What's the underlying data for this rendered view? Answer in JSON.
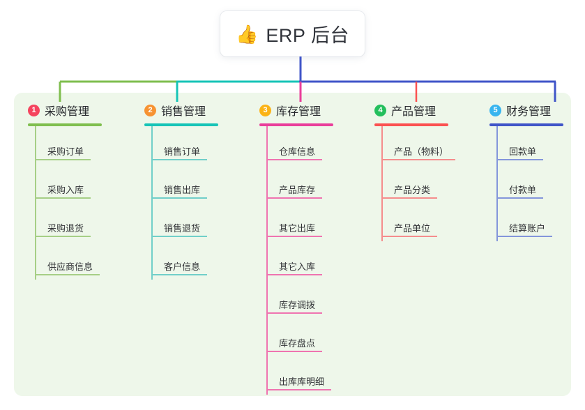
{
  "root": {
    "icon": "thumbs-up-icon",
    "emoji": "👍",
    "label": "ERP 后台"
  },
  "theme": {
    "page_bg": "#ffffff",
    "panel_bg": "#eef7ea",
    "card_bg": "#ffffff",
    "text": "#333538",
    "title_text": "#30333a"
  },
  "columns": [
    {
      "index": "1",
      "title": "采购管理",
      "badge_color": "#f5445e",
      "line_color": "#7fbe4e",
      "leaf_line_color": "#a6cf86",
      "items": [
        "采购订单",
        "采购入库",
        "采购退货",
        "供应商信息"
      ]
    },
    {
      "index": "2",
      "title": "销售管理",
      "badge_color": "#f79332",
      "line_color": "#17c4b7",
      "leaf_line_color": "#71cfc9",
      "items": [
        "销售订单",
        "销售出库",
        "销售退货",
        "客户信息"
      ]
    },
    {
      "index": "3",
      "title": "库存管理",
      "badge_color": "#fbb316",
      "line_color": "#e93e9b",
      "leaf_line_color": "#ef74b0",
      "items": [
        "仓库信息",
        "产品库存",
        "其它出库",
        "其它入库",
        "库存调拨",
        "库存盘点",
        "出库库明细"
      ]
    },
    {
      "index": "4",
      "title": "产品管理",
      "badge_color": "#24bf5d",
      "line_color": "#fb5151",
      "leaf_line_color": "#f58d8d",
      "items": [
        "产品（物料）",
        "产品分类",
        "产品单位"
      ]
    },
    {
      "index": "5",
      "title": "财务管理",
      "badge_color": "#38b5ef",
      "line_color": "#4055c8",
      "leaf_line_color": "#8496db",
      "items": [
        "回款单",
        "付款单",
        "结算账户"
      ]
    }
  ],
  "connector": {
    "trunk_color": "#4055c8",
    "bar_segments": [
      {
        "color": "#7fbe4e"
      },
      {
        "color": "#17c4b7"
      },
      {
        "color": "#4055c8"
      }
    ]
  }
}
